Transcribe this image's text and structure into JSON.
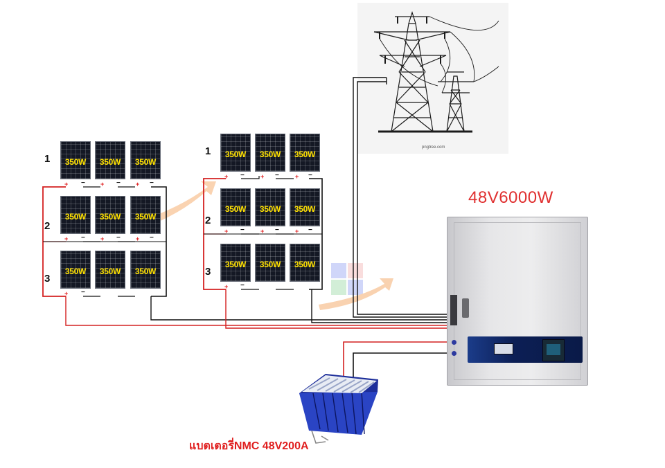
{
  "arrays": [
    {
      "rows": [
        {
          "number": "1",
          "panels": [
            "350W",
            "350W",
            "350W"
          ]
        },
        {
          "number": "2",
          "panels": [
            "350W",
            "350W",
            "350W"
          ]
        },
        {
          "number": "3",
          "panels": [
            "350W",
            "350W",
            "350W"
          ]
        }
      ]
    },
    {
      "rows": [
        {
          "number": "1",
          "panels": [
            "350W",
            "350W",
            "350W"
          ]
        },
        {
          "number": "2",
          "panels": [
            "350W",
            "350W",
            "350W"
          ]
        },
        {
          "number": "3",
          "panels": [
            "350W",
            "350W",
            "350W"
          ]
        }
      ]
    }
  ],
  "terminals": {
    "positive": "+",
    "negative": "−"
  },
  "grid": {
    "credit": "pngtree.com"
  },
  "inverter": {
    "title": "48V6000W"
  },
  "battery": {
    "caption": "แบตเตอรี่NMC 48V200A"
  },
  "colors": {
    "positive_wire": "#d42020",
    "negative_wire": "#111111",
    "panel_label": "#ffe100",
    "title": "#e03030",
    "battery_blue": "#2a44c4"
  }
}
